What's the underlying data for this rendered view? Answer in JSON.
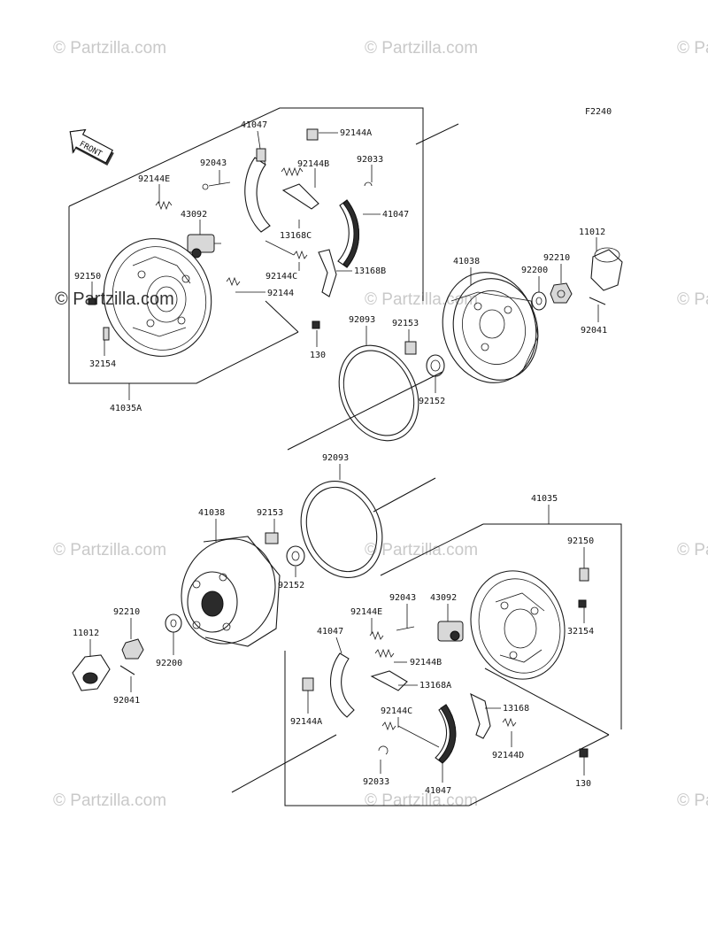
{
  "figure_code": "F2240",
  "front_arrow_label": "FRONT",
  "watermark": "© Partzilla.com",
  "labels": {
    "p41047_top": "41047",
    "p92144A_top": "92144A",
    "p92043_top": "92043",
    "p92144B_top": "92144B",
    "p92033_top": "92033",
    "p92144E_top": "92144E",
    "p43092_top": "43092",
    "p41047_mid": "41047",
    "p13168C_top": "13168C",
    "p92144C_top": "92144C",
    "p13168B": "13168B",
    "p92144_top": "92144",
    "p92150_top": "92150",
    "p32154_top": "32154",
    "p130_top": "130",
    "p41035A": "41035A",
    "p41038_top": "41038",
    "p92093_top": "92093",
    "p92153_top": "92153",
    "p92152_top": "92152",
    "p92200_top": "92200",
    "p92210_top": "92210",
    "p11012_top": "11012",
    "p92041_top": "92041",
    "p92093_bot": "92093",
    "p41038_bot": "41038",
    "p92153_bot": "92153",
    "p92152_bot": "92152",
    "p41035": "41035",
    "p92150_bot": "92150",
    "p32154_bot": "32154",
    "p92210_bot": "92210",
    "p11012_bot": "11012",
    "p92200_bot": "92200",
    "p92041_bot": "92041",
    "p92043_bot": "92043",
    "p43092_bot": "43092",
    "p92144E_bot": "92144E",
    "p41047_bot_top": "41047",
    "p92144B_bot": "92144B",
    "p13168A": "13168A",
    "p92144A_bot": "92144A",
    "p92144C_bot": "92144C",
    "p13168": "13168",
    "p92144D": "92144D",
    "p92033_bot": "92033",
    "p41047_bot": "41047",
    "p130_bot": "130"
  }
}
